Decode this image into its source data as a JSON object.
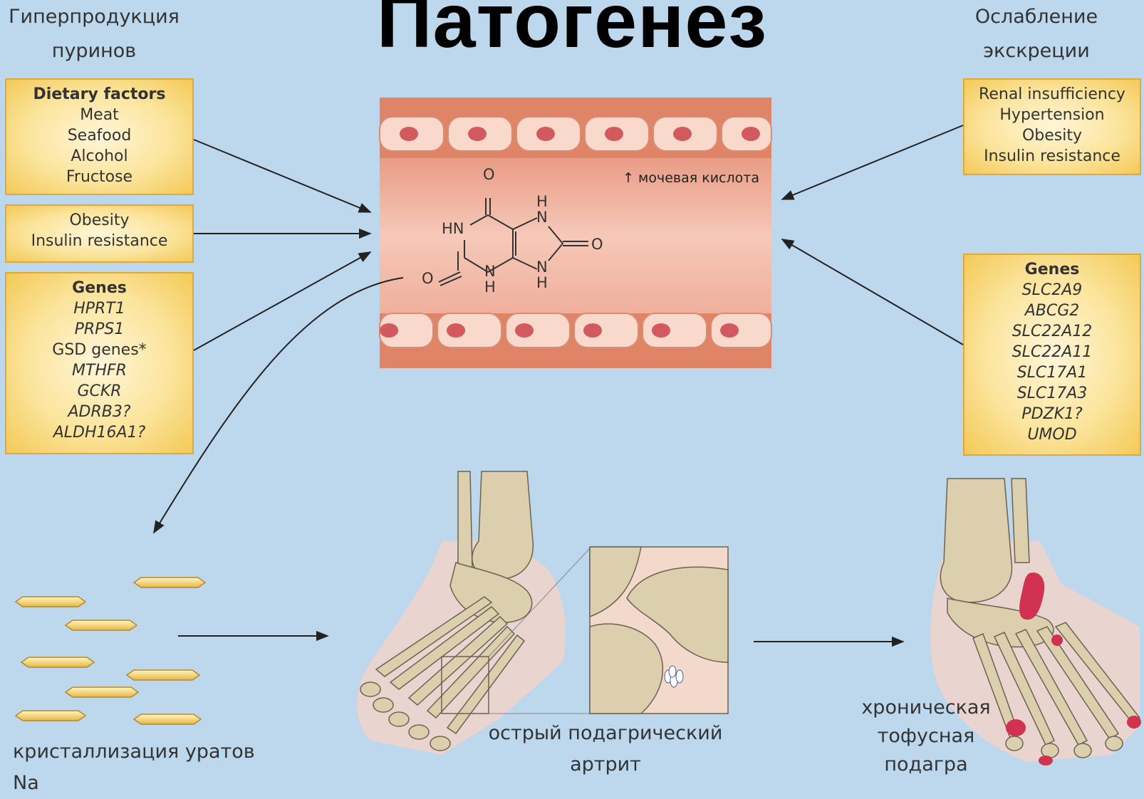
{
  "title": "Патогенез",
  "left_heading": {
    "line1": "Гиперпродукция",
    "line2": "пуринов"
  },
  "right_heading": {
    "line1": "Ослабление",
    "line2": "экскреции"
  },
  "dietary_box": {
    "header": "Dietary factors",
    "items": [
      "Meat",
      "Seafood",
      "Alcohol",
      "Fructose"
    ]
  },
  "obesity_box": {
    "items": [
      "Obesity",
      "Insulin resistance"
    ]
  },
  "left_genes_box": {
    "header": "Genes",
    "items": [
      {
        "text": "HPRT1",
        "italic": true
      },
      {
        "text": "PRPS1",
        "italic": true
      },
      {
        "text": "GSD genes*",
        "italic": false
      },
      {
        "text": "MTHFR",
        "italic": true
      },
      {
        "text": "GCKR",
        "italic": true
      },
      {
        "text": "ADRB3?",
        "italic": true
      },
      {
        "text": "ALDH16A1?",
        "italic": true
      }
    ]
  },
  "renal_box": {
    "items": [
      "Renal insufficiency",
      "Hypertension",
      "Obesity",
      "Insulin resistance"
    ]
  },
  "right_genes_box": {
    "header": "Genes",
    "items": [
      "SLC2A9",
      "ABCG2",
      "SLC22A12",
      "SLC22A11",
      "SLC17A1",
      "SLC17A3",
      "PDZK1?",
      "UMOD"
    ]
  },
  "vessel": {
    "label": "↑ мочевая кислота",
    "atoms": {
      "o_top": "O",
      "hn": "HN",
      "h_top": "H",
      "n_top": "N",
      "o_right": "O",
      "o_left": "O",
      "n_bot_left": "N",
      "h_bot_left": "H",
      "n_bot_right": "N",
      "h_bot_right": "H"
    }
  },
  "captions": {
    "crystals": "кристаллизация уратов Na",
    "acute": {
      "line1": "острый подагрический",
      "line2": "артрит"
    },
    "chronic": {
      "line1": "хроническая",
      "line2": "тофусная",
      "line3": "подагра"
    }
  },
  "colors": {
    "background": "#bdd7ec",
    "box_fill": "#fbe49c",
    "box_border": "#e0a93a",
    "vessel_wall": "#e08468",
    "vessel_lumen": "#f2b8a4",
    "tophus": "#d0324f",
    "bone": "#dccfae"
  }
}
